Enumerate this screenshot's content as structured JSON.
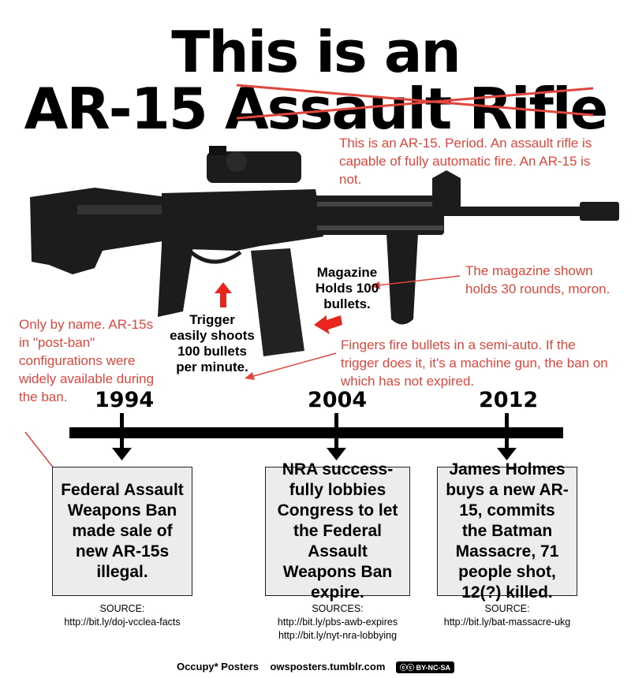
{
  "title": {
    "line1": "This is an",
    "line2_prefix": "AR-15 ",
    "line2_struck": "Assault Rifle"
  },
  "annotations": {
    "rifle_note": "This is an AR-15. Period. An assault rifle is capable of fully automatic fire. An AR-15 is not.",
    "magazine_note": "The magazine shown holds 30 rounds, moron.",
    "ban_note": "Only by name. AR-15s in \"post-ban\" configurations were widely available during the ban.",
    "trigger_note": "Fingers fire bullets in a semi-auto. If the trigger does it, it's a machine gun, the ban on which has not expired."
  },
  "labels": {
    "magazine_line1": "Magazine",
    "magazine_line2": "Holds 100",
    "magazine_line3": "bullets.",
    "trigger_line1": "Trigger",
    "trigger_line2": "easily shoots",
    "trigger_line3": "100 bullets",
    "trigger_line4": "per minute."
  },
  "timeline": [
    {
      "year": "1994",
      "event": "Federal Assault Weapons Ban made sale of new AR-15s illegal.",
      "source_label": "SOURCE:",
      "sources": [
        "http://bit.ly/doj-vcclea-facts"
      ]
    },
    {
      "year": "2004",
      "event": "NRA success-fully lobbies Congress to let the Federal Assault Weapons Ban expire.",
      "source_label": "SOURCES:",
      "sources": [
        "http://bit.ly/pbs-awb-expires",
        "http://bit.ly/nyt-nra-lobbying"
      ]
    },
    {
      "year": "2012",
      "event": "James Holmes buys a new AR-15, commits the Batman Massacre, 71 people shot, 12(?) killed.",
      "source_label": "SOURCE:",
      "sources": [
        "http://bit.ly/bat-massacre-ukg"
      ]
    }
  ],
  "footer": {
    "brand": "Occupy* Posters",
    "site": "owsposters.tumblr.com",
    "license": "BY-NC-SA"
  },
  "colors": {
    "annotation_red": "#e0463c",
    "arrow_red": "#e8261e",
    "box_gray": "#ececec",
    "rifle_black": "#1a1a1a"
  }
}
